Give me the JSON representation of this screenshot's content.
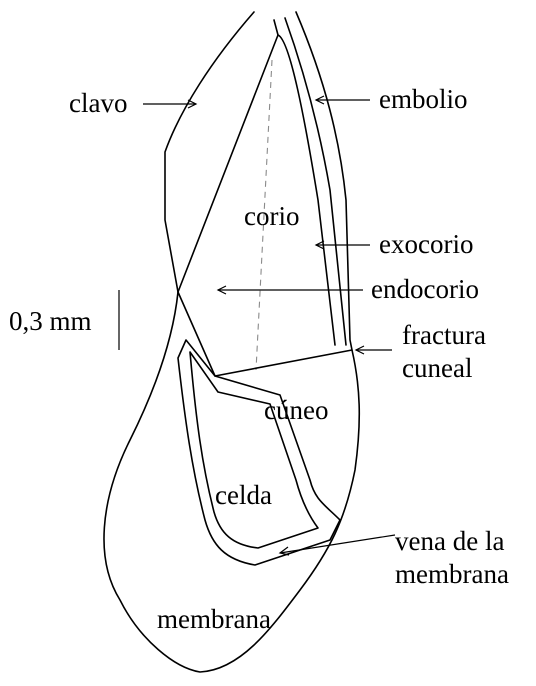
{
  "labels": {
    "clavo": "clavo",
    "embolio": "embolio",
    "corio": "corio",
    "exocorio": "exocorio",
    "endocorio": "endocorio",
    "scale": "0,3 mm",
    "fractura_line1": "fractura",
    "fractura_line2": "cuneal",
    "cuneo": "cúneo",
    "celda": "celda",
    "vena_line1": "vena de la",
    "vena_line2": "membrana",
    "membrana": "membrana"
  }
}
